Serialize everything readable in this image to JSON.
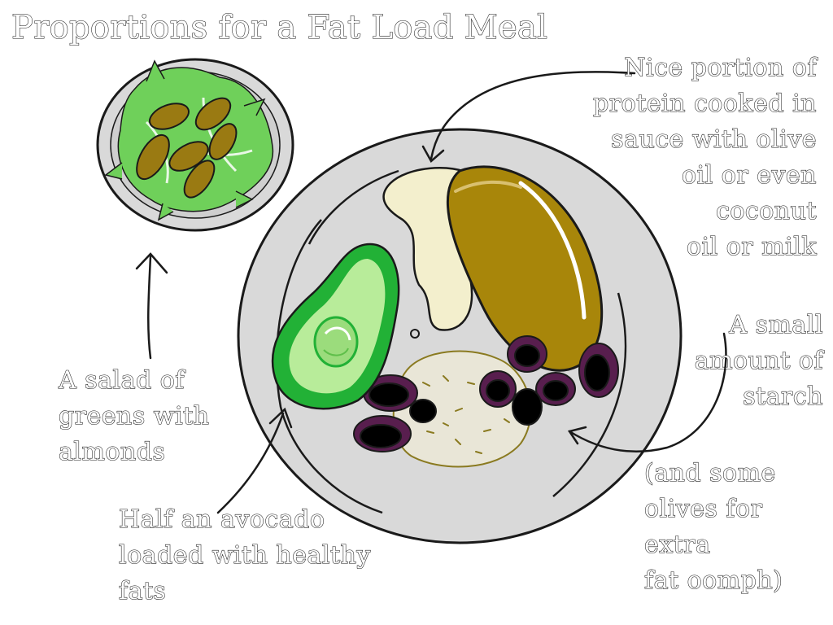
{
  "title": "Proportions for a Fat Load Meal",
  "labels": {
    "salad": "A salad of\ngreens with\nalmonds",
    "avocado": "Half an avocado\nloaded with healthy\nfats",
    "protein": "Nice portion of\nprotein cooked in\nsauce with olive\noil or even\ncoconut\noil or milk",
    "starch": "A small\namount of\nstarch",
    "olives": "(and some\nolives for extra\nfat oomph)"
  },
  "colors": {
    "plate": "#d9d9d9",
    "outline": "#1a1a1a",
    "avocado_skin": "#22b136",
    "avocado_flesh": "#b8ec9a",
    "protein": "#a8860a",
    "sauce": "#f3efcd",
    "olive": "#581e4e",
    "starch": "#e9e6d7",
    "salad_green": "#6fd05a",
    "almond": "#9a7a12"
  }
}
